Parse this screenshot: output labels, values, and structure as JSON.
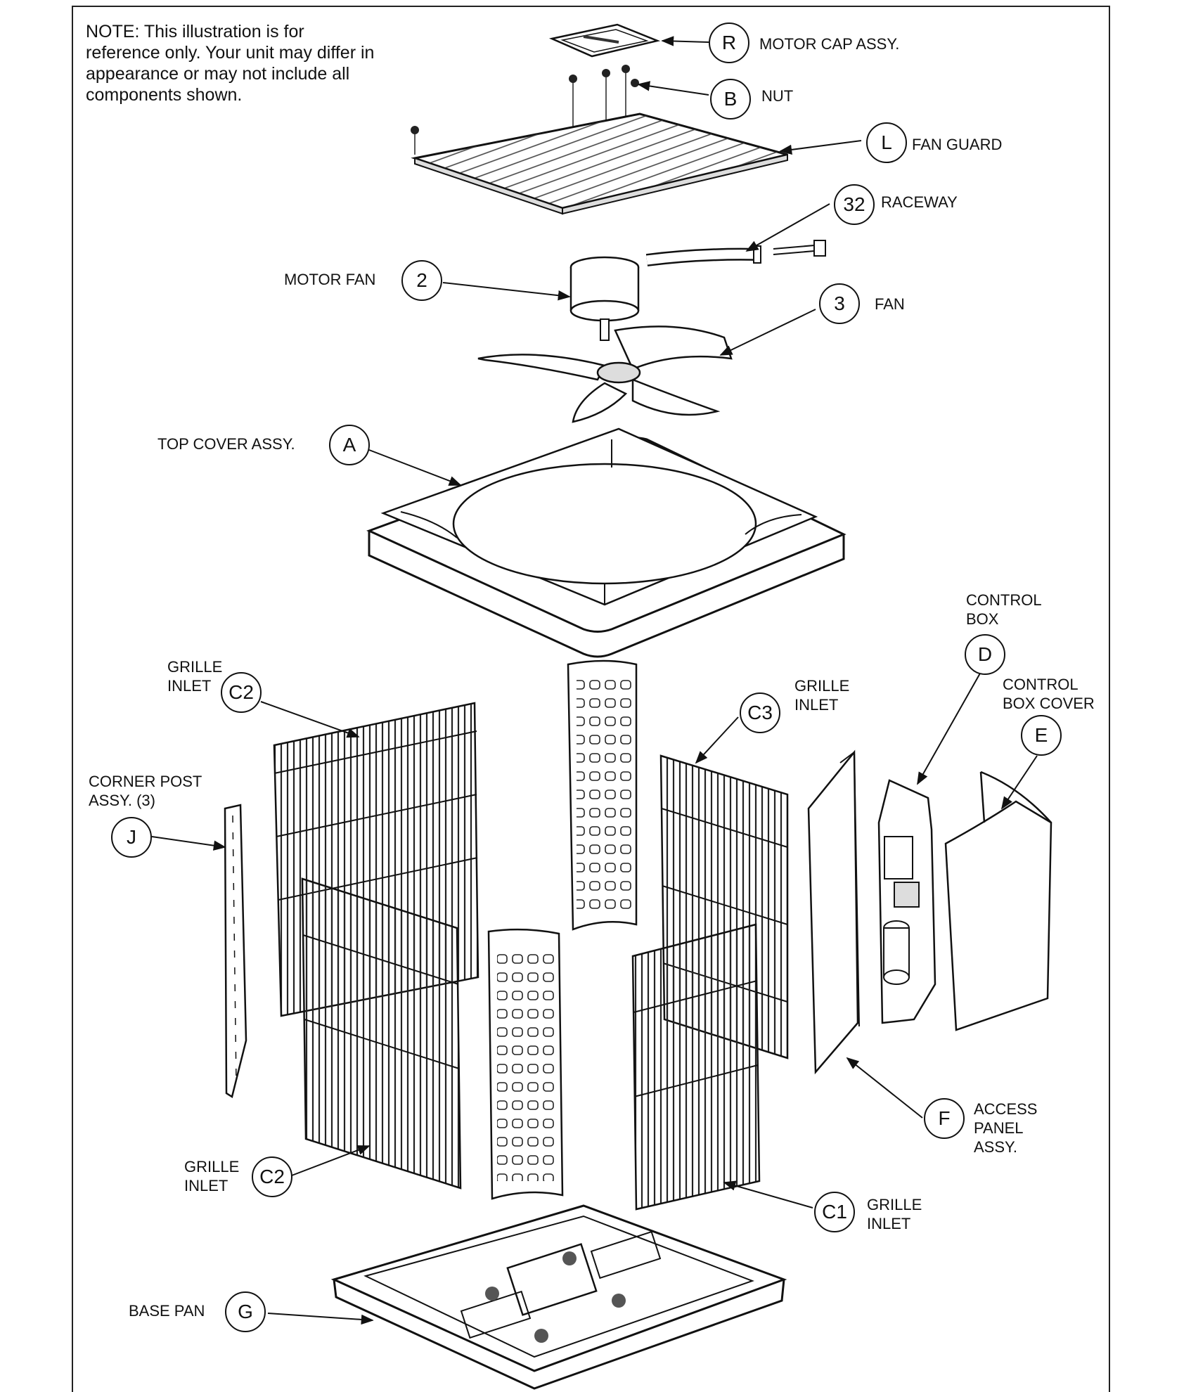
{
  "note": "NOTE: This illustration is for reference only. Your unit may differ in appearance or may not include all components shown.",
  "callouts": {
    "R": {
      "id": "R",
      "label": "MOTOR CAP ASSY."
    },
    "B": {
      "id": "B",
      "label": "NUT"
    },
    "L": {
      "id": "L",
      "label": "FAN GUARD"
    },
    "c32": {
      "id": "32",
      "label": "RACEWAY"
    },
    "c2": {
      "id": "2",
      "label": "MOTOR FAN"
    },
    "c3": {
      "id": "3",
      "label": "FAN"
    },
    "A": {
      "id": "A",
      "label": "TOP COVER ASSY."
    },
    "D": {
      "id": "D",
      "label_line1": "CONTROL",
      "label_line2": "BOX"
    },
    "E": {
      "id": "E",
      "label_line1": "CONTROL",
      "label_line2": "BOX COVER"
    },
    "C2a": {
      "id": "C2",
      "label_line1": "GRILLE",
      "label_line2": "INLET"
    },
    "C3": {
      "id": "C3",
      "label_line1": "GRILLE",
      "label_line2": "INLET"
    },
    "J": {
      "id": "J",
      "label_line1": "CORNER POST",
      "label_line2": "ASSY. (3)"
    },
    "F": {
      "id": "F",
      "label_line1": "ACCESS",
      "label_line2": "PANEL",
      "label_line3": "ASSY."
    },
    "C2b": {
      "id": "C2",
      "label_line1": "GRILLE",
      "label_line2": "INLET"
    },
    "C1": {
      "id": "C1",
      "label_line1": "GRILLE",
      "label_line2": "INLET"
    },
    "G": {
      "id": "G",
      "label": "BASE PAN"
    }
  }
}
